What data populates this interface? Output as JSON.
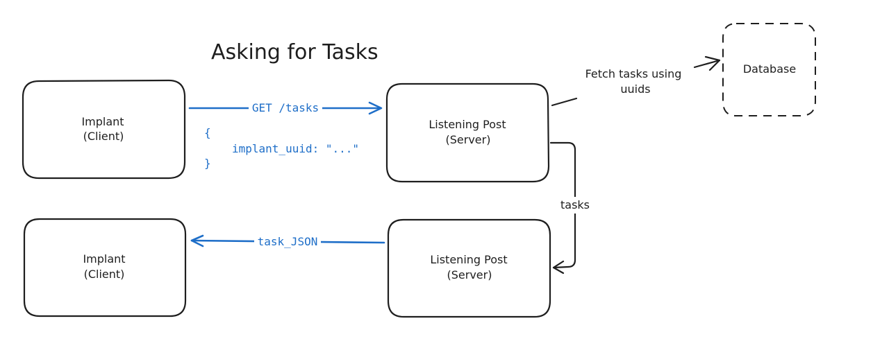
{
  "diagram": {
    "title": "Asking for Tasks",
    "nodes": {
      "implant_top": {
        "line1": "Implant",
        "line2": "(Client)"
      },
      "server_top": {
        "line1": "Listening Post",
        "line2": "(Server)"
      },
      "database": {
        "label": "Database"
      },
      "implant_bottom": {
        "line1": "Implant",
        "line2": "(Client)"
      },
      "server_bottom": {
        "line1": "Listening Post",
        "line2": "(Server)"
      }
    },
    "edges": {
      "get_tasks": {
        "label": "GET /tasks"
      },
      "fetch": {
        "line1": "Fetch tasks using",
        "line2": "uuids"
      },
      "tasks": {
        "label": "tasks"
      },
      "task_json": {
        "label": "task_JSON"
      }
    },
    "payload": {
      "open": "{",
      "body": "implant_uuid: \"...\"",
      "close": "}"
    },
    "colors": {
      "ink": "#1e1e1e",
      "accent": "#1e6ec8"
    }
  }
}
